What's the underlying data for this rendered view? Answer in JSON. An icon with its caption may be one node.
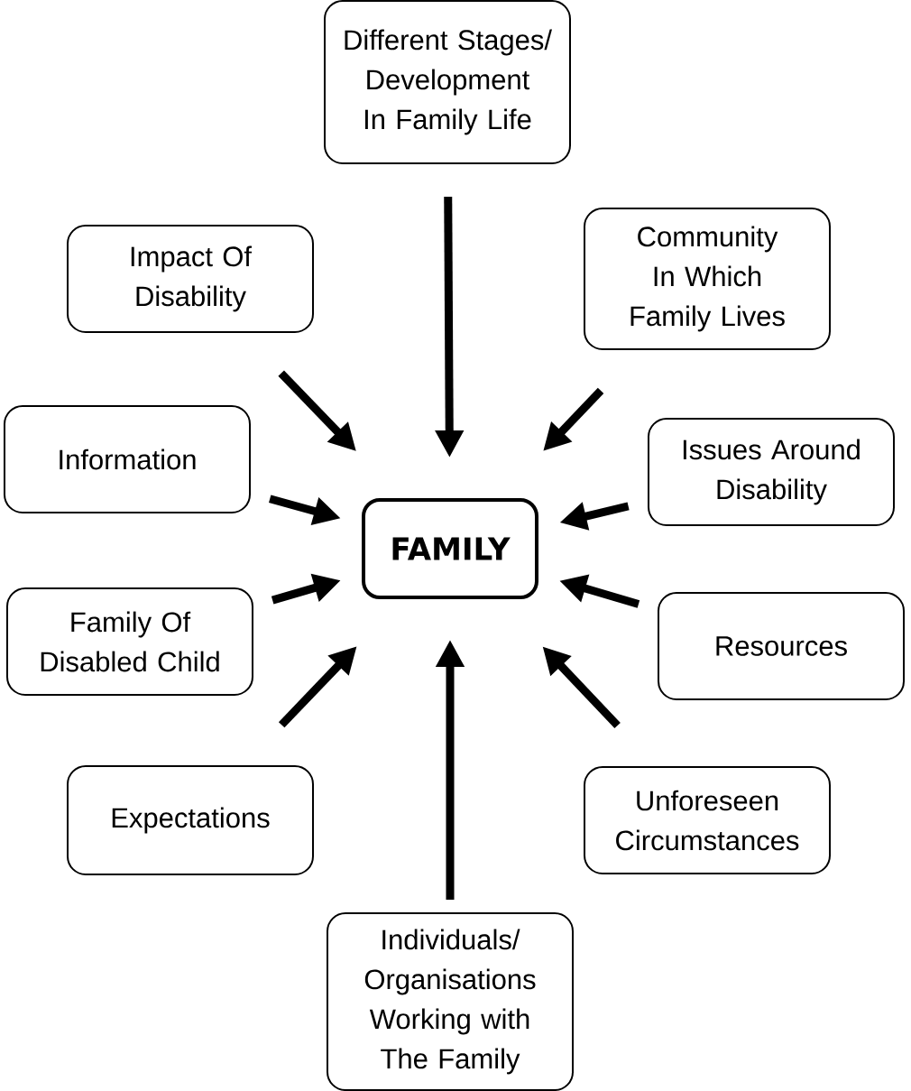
{
  "diagram": {
    "nodes": [
      {
        "text": [
          "Different Stages/ Development In Family Life"
        ]
      },
      {
        "text": [
          "Impact Of Disability"
        ]
      },
      {
        "text": [
          "Community In Which Family Lives"
        ]
      },
      {
        "text": [
          "Information"
        ]
      },
      {
        "text": [
          "Issues Around Disability"
        ]
      },
      {
        "text": [
          "FAMILY"
        ]
      },
      {
        "text": [
          "Family Of Disabled Child"
        ]
      },
      {
        "text": [
          "Resources"
        ]
      },
      {
        "text": [
          "Expectations"
        ]
      },
      {
        "text": [
          "Unforeseen Circumstances"
        ]
      },
      {
        "text": [
          "Individuals/ Organisations Working with The Family"
        ]
      }
    ],
    "edges": [
      {
        "from": 0,
        "to": 5,
        "arrow": "to"
      },
      {
        "from": 1,
        "to": 5,
        "arrow": "to"
      },
      {
        "from": 2,
        "to": 5,
        "arrow": "to"
      },
      {
        "from": 3,
        "to": 5,
        "arrow": "to"
      },
      {
        "from": 4,
        "to": 5,
        "arrow": "to"
      },
      {
        "from": 6,
        "to": 5,
        "arrow": "to"
      },
      {
        "from": 7,
        "to": 5,
        "arrow": "to"
      },
      {
        "from": 8,
        "to": 5,
        "arrow": "to"
      },
      {
        "from": 9,
        "to": 5,
        "arrow": "to"
      },
      {
        "from": 10,
        "to": 5,
        "arrow": "to"
      }
    ]
  }
}
